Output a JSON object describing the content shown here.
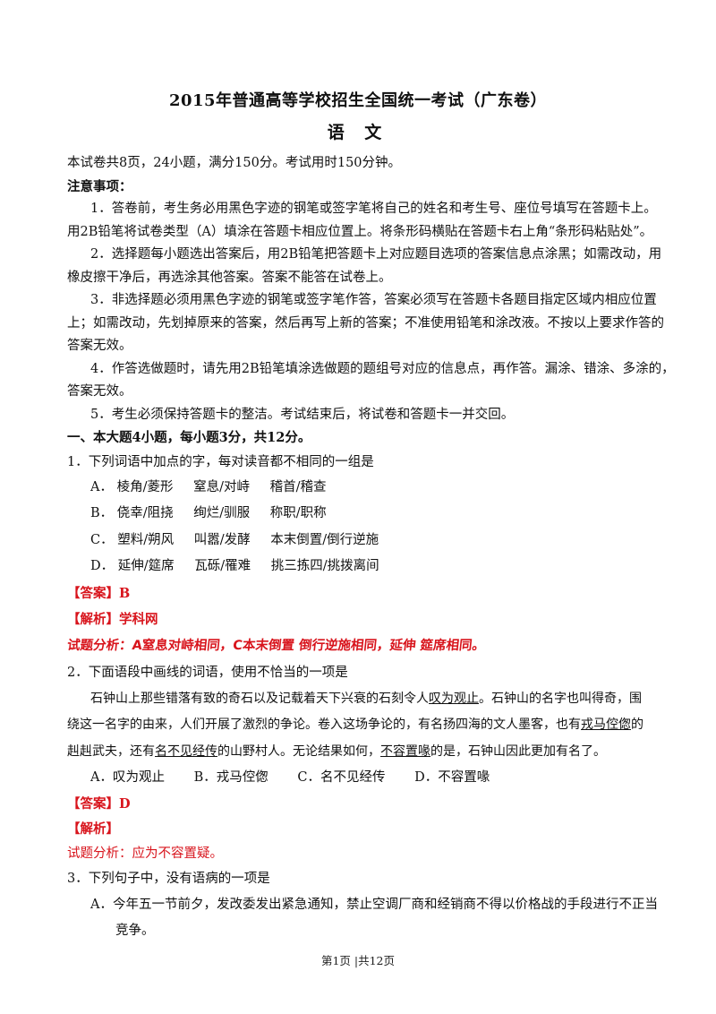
{
  "header": {
    "title": "2015年普通高等学校招生全国统一考试（广东卷）",
    "subject": "语  文"
  },
  "intro": "本试卷共8页，24小题，满分150分。考试用时150分钟。",
  "notice": {
    "heading": "注意事项：",
    "lines": [
      "1．答卷前，考生务必用黑色字迹的钢笔或签字笔将自己的姓名和考生号、座位号填写在答题卡上。",
      "用2B铅笔将试卷类型（A）填涂在答题卡相应位置上。将条形码横贴在答题卡右上角“条形码粘贴处”。",
      "2．选择题每小题选出答案后，用2B铅笔把答题卡上对应题目选项的答案信息点涂黑；如需改动，用",
      "橡皮擦干净后，再选涂其他答案。答案不能答在试卷上。",
      "3．非选择题必须用黑色字迹的钢笔或签字笔作答，答案必须写在答题卡各题目指定区域内相应位置",
      "上；如需改动，先划掉原来的答案，然后再写上新的答案；不准使用铅笔和涂改液。不按以上要求作答的",
      "答案无效。",
      "4．作答选做题时，请先用2B铅笔填涂选做题的题组号对应的信息点，再作答。漏涂、错涂、多涂的，",
      "答案无效。",
      "5．考生必须保持答题卡的整洁。考试结束后，将试卷和答题卡一并交回。"
    ]
  },
  "section1": "一、本大题4小题，每小题3分，共12分。",
  "q1": {
    "stem": "1．下列词语中加点的字，每对读音都不相同的一组是",
    "options": [
      {
        "label": "A．",
        "items": [
          "棱角/菱形",
          "窒息/对峙",
          "稽首/稽查"
        ]
      },
      {
        "label": "B．",
        "items": [
          "侥幸/阻挠",
          "绚烂/驯服",
          "称职/职称"
        ]
      },
      {
        "label": "C．",
        "items": [
          "塑料/朔风",
          "叫嚣/发酵",
          "本末倒置/倒行逆施"
        ]
      },
      {
        "label": "D．",
        "items": [
          "延伸/筵席",
          "瓦砾/罹难",
          "挑三拣四/挑拨离间"
        ]
      }
    ],
    "answer": "【答案】B",
    "analysis_label": "【解析】学科网",
    "analysis_detail": "试题分析：A窒息对峙相同，C本末倒置 倒行逆施相同，延伸 筵席相同。"
  },
  "q2": {
    "stem": "2．下面语段中画线的词语，使用不恰当的一项是",
    "passage": {
      "l1_a": "石钟山上那些错落有致的奇石以及记载着天下兴衰的石刻令人",
      "l1_u": "叹为观止",
      "l1_b": "。石钟山的名字也叫得奇，围",
      "l2_a": "绕这一名字的由来，人们开展了激烈的争论。卷入这场争论的，有名扬四海的文人墨客，也有",
      "l2_u": "戎马倥偬",
      "l2_b": "的",
      "l3_a": "赳赳武夫，还有",
      "l3_u1": "名不见经传",
      "l3_b": "的山野村人。无论结果如何，",
      "l3_u2": "不容置喙",
      "l3_c": "的是，石钟山因此更加有名了。"
    },
    "options": [
      {
        "label": "A．",
        "text": "叹为观止"
      },
      {
        "label": "B．",
        "text": "戎马倥偬"
      },
      {
        "label": "C．",
        "text": "名不见经传"
      },
      {
        "label": "D．",
        "text": "不容置喙"
      }
    ],
    "answer": "【答案】D",
    "analysis_label": "【解析】",
    "analysis_detail": "试题分析：应为不容置疑。"
  },
  "q3": {
    "stem": "3．下列句子中，没有语病的一项是",
    "optA_l1": "A．今年五一节前夕，发改委发出紧急通知，禁止空调厂商和经销商不得以价格战的手段进行不正当",
    "optA_l2": "竞争。"
  },
  "footer": "第1页  |共12页"
}
